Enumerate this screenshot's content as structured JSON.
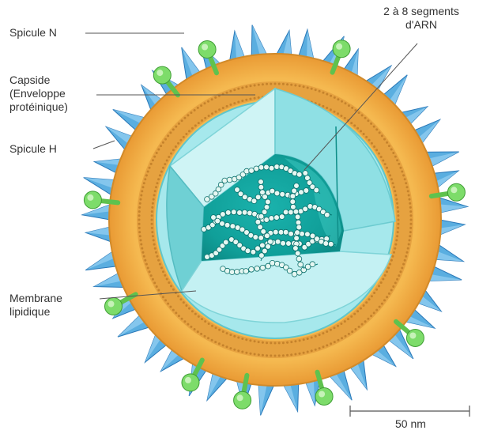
{
  "labels": {
    "spicule_n": "Spicule N",
    "segments_line1": "2 à 8 segments",
    "segments_line2": "d'ARN",
    "capside_line1": "Capside",
    "capside_line2": "(Enveloppe",
    "capside_line3": "protéinique)",
    "spicule_h": "Spicule H",
    "membrane_line1": "Membrane",
    "membrane_line2": "lipidique",
    "scale": "50 nm"
  },
  "colors": {
    "envelope": "#f2b04c",
    "envelope_edge": "#d18a2a",
    "membrane_dots": "#c5822b",
    "capsid_light": "#b8eef2",
    "capsid_mid": "#6fd6d9",
    "capsid_dark": "#2fb7b8",
    "interior": "#14a9a3",
    "rna_bead": "#e6f7f2",
    "spike_h": "#5aaee0",
    "spike_h_dark": "#2a78b8",
    "spike_n_head": "#7ddc6a",
    "spike_n_stem": "#5fc24e"
  }
}
